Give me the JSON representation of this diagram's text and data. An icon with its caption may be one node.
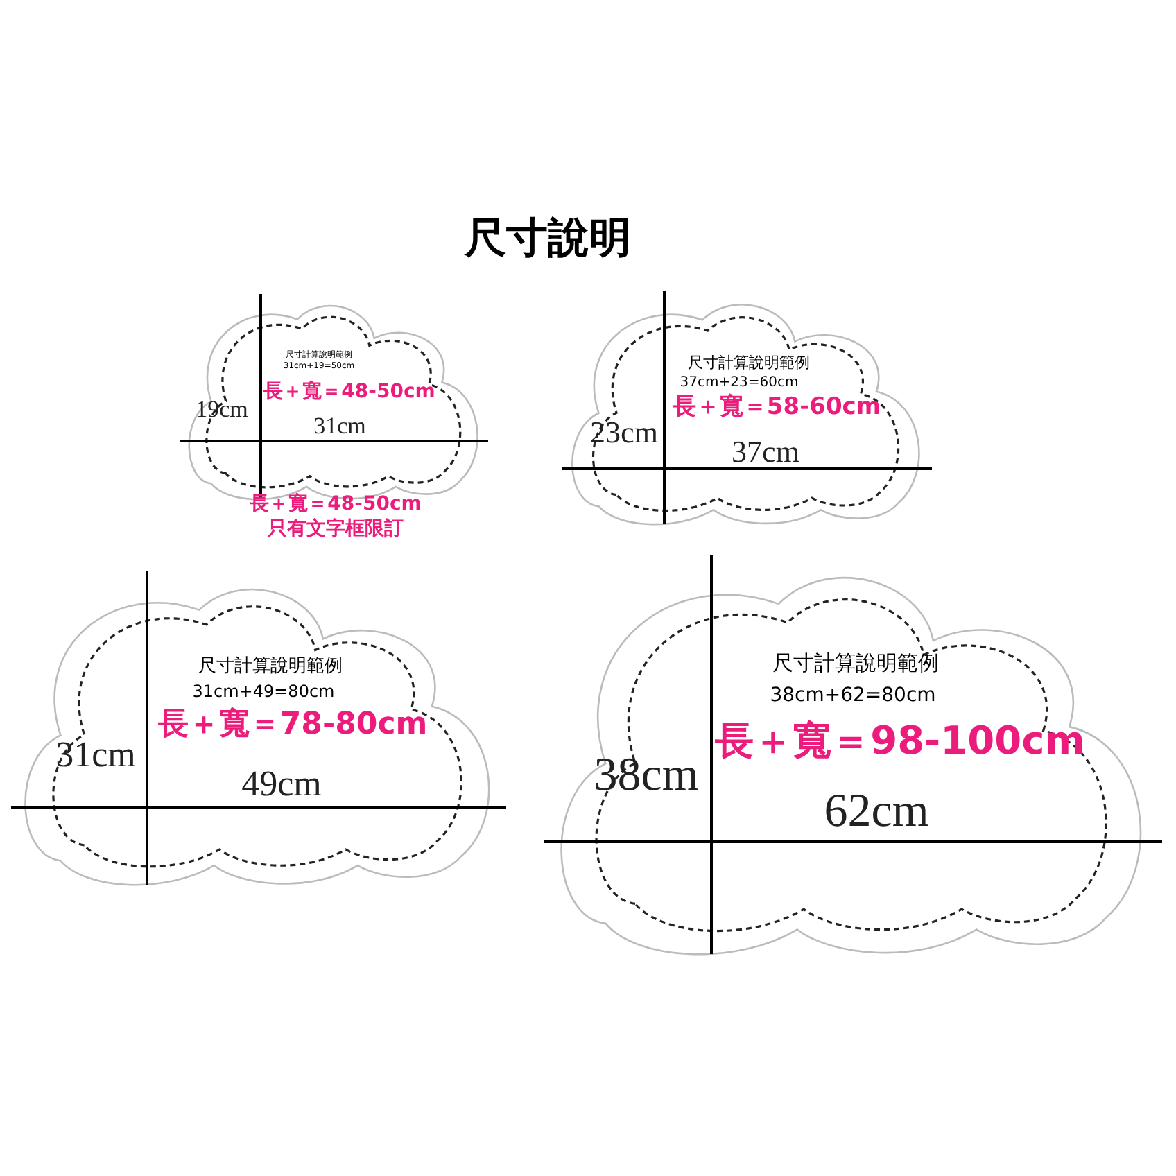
{
  "diagram": {
    "title": "尺寸說明",
    "nodes": [
      {
        "text": [
          "尺寸計算說明範例",
          "31cm+19=50cm",
          "長＋寬＝48-50cm",
          "19cm",
          "31cm"
        ],
        "beside": [
          "長＋寬＝48-50cm",
          "只有文字框限訂"
        ]
      },
      {
        "text": [
          "尺寸計算說明範例",
          "37cm+23=60cm",
          "長＋寬＝58-60cm",
          "23cm",
          "37cm"
        ]
      },
      {
        "text": [
          "尺寸計算說明範例",
          "31cm+49=80cm",
          "長＋寬＝78-80cm",
          "31cm",
          "49cm"
        ]
      },
      {
        "text": [
          "尺寸計算說明範例",
          "38cm+62=80cm",
          "長＋寬＝98-100cm",
          "38cm",
          "62cm"
        ]
      }
    ]
  }
}
